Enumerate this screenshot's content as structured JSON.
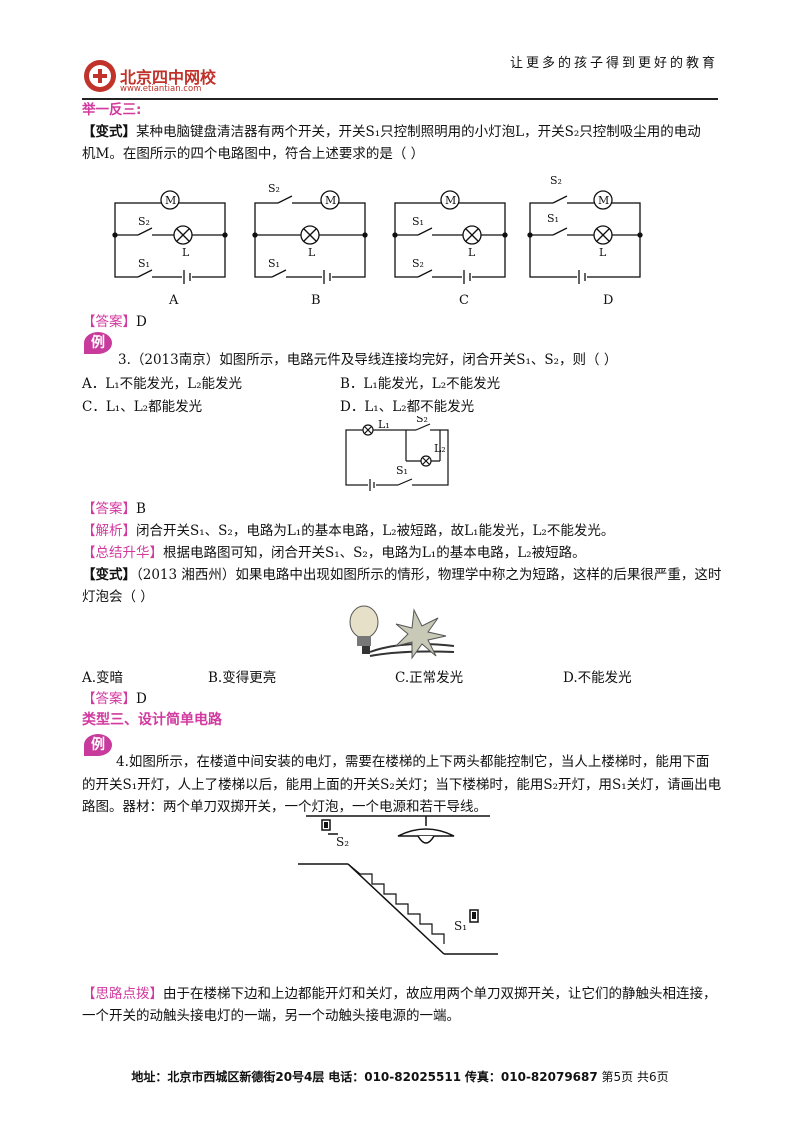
{
  "header": {
    "slogan": "让更多的孩子得到更好的教育",
    "logo_name": "北京四中网校",
    "logo_url": "www.etiantian.com"
  },
  "section1": {
    "title": "举一反三:",
    "variant_tag": "【变式】",
    "variant_line1": "某种电脑键盘清洁器有两个开关，开关S₁只控制照明用的小灯泡L，开关S₂只控制吸尘用的电动",
    "variant_line2": "机M。在图所示的四个电路图中，符合上述要求的是（      ）",
    "circuit_labels": [
      "A",
      "B",
      "C",
      "D"
    ],
    "answer_tag": "【答案】",
    "answer": "D"
  },
  "example3": {
    "badge": "例",
    "question": "3.（2013南京）如图所示，电路元件及导线连接均完好，闭合开关S₁、S₂，则（      ）",
    "optA": "A．L₁不能发光，L₂能发光",
    "optB": "B．L₁能发光，L₂不能发光",
    "optC": "C．L₁、L₂都能发光",
    "optD": "D．L₁、L₂都不能发光",
    "answer_tag": "【答案】",
    "answer": "B",
    "analysis_tag": "【解析】",
    "analysis": "闭合开关S₁、S₂，电路为L₁的基本电路，L₂被短路，故L₁能发光，L₂不能发光。",
    "summary_tag": "【总结升华】",
    "summary": "根据电路图可知，闭合开关S₁、S₂，电路为L₁的基本电路，L₂被短路。",
    "variant_tag": "【变式】",
    "variant_line1": "（2013 湘西州）如果电路中出现如图所示的情形，物理学中称之为短路，这样的后果很严重，这时",
    "variant_line2": "灯泡会（      ）",
    "v_optA": "A.变暗",
    "v_optB": "B.变得更亮",
    "v_optC": "C.正常发光",
    "v_optD": "D.不能发光",
    "v_answer_tag": "【答案】",
    "v_answer": "D"
  },
  "section3": {
    "title": "类型三、设计简单电路"
  },
  "example4": {
    "badge": "例",
    "line1": "4.如图所示，在楼道中间安装的电灯，需要在楼梯的上下两头都能控制它，当人上楼梯时，能用下面",
    "line2": "的开关S₁开灯，人上了楼梯以后，能用上面的开关S₂关灯；当下楼梯时，能用S₂开灯，用S₁关灯，请画出电",
    "line3": "路图。器材：两个单刀双掷开关，一个灯泡，一个电源和若干导线。",
    "hint_tag": "【思路点拨】",
    "hint_line1": "由于在楼梯下边和上边都能开灯和关灯，故应用两个单刀双掷开关，让它们的静触头相连接，",
    "hint_line2": "一个开关的动触头接电灯的一端，另一个动触头接电源的一端。"
  },
  "footer": {
    "address": "地址：北京市西城区新德街20号4层",
    "phone": "电话：010-82025511",
    "fax": "传真：010-82079687",
    "page": "第5页  共6页"
  }
}
